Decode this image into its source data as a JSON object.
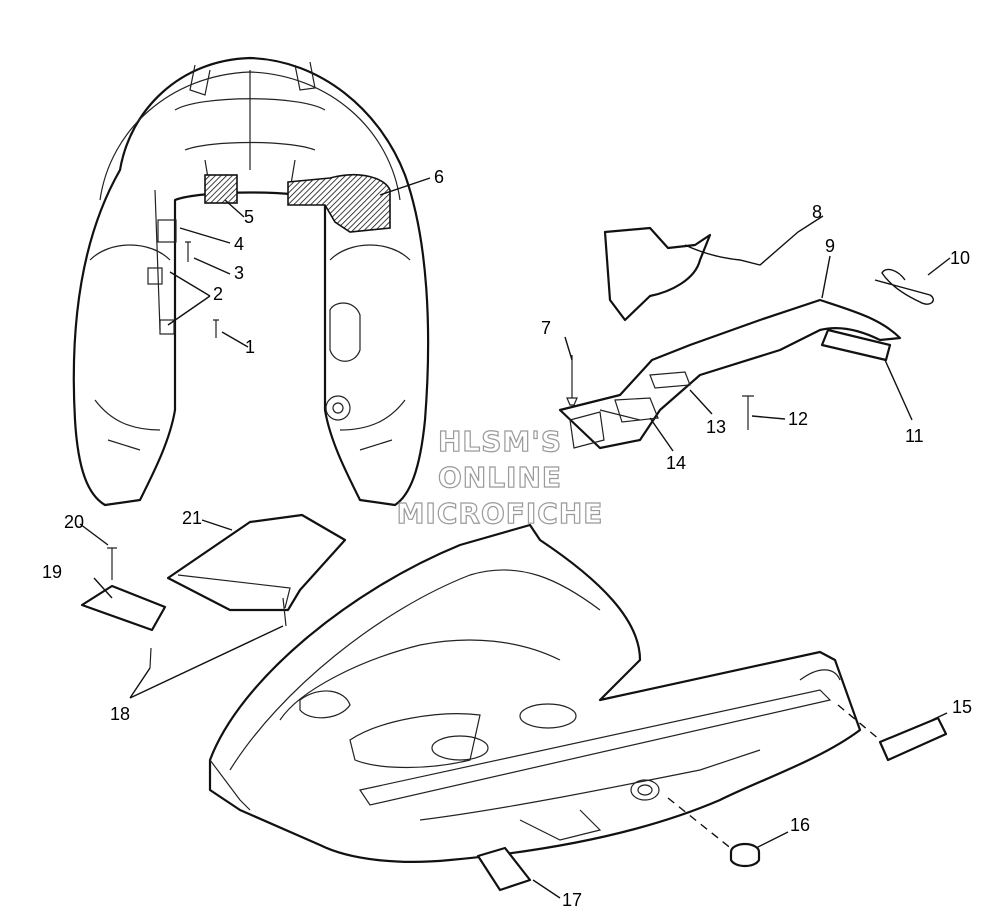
{
  "callouts": [
    {
      "id": "1",
      "text": "1"
    },
    {
      "id": "2",
      "text": "2"
    },
    {
      "id": "3",
      "text": "3"
    },
    {
      "id": "4",
      "text": "4"
    },
    {
      "id": "5",
      "text": "5"
    },
    {
      "id": "6",
      "text": "6"
    },
    {
      "id": "7",
      "text": "7"
    },
    {
      "id": "8",
      "text": "8"
    },
    {
      "id": "9",
      "text": "9"
    },
    {
      "id": "10",
      "text": "10"
    },
    {
      "id": "11",
      "text": "11"
    },
    {
      "id": "12",
      "text": "12"
    },
    {
      "id": "13",
      "text": "13"
    },
    {
      "id": "14",
      "text": "14"
    },
    {
      "id": "15",
      "text": "15"
    },
    {
      "id": "16",
      "text": "16"
    },
    {
      "id": "17",
      "text": "17"
    },
    {
      "id": "18",
      "text": "18"
    },
    {
      "id": "19",
      "text": "19"
    },
    {
      "id": "20",
      "text": "20"
    },
    {
      "id": "21",
      "text": "21"
    }
  ],
  "watermark": {
    "line1": "HLSM'S",
    "line2": "ONLINE",
    "line3": "MICROFICHE"
  },
  "colors": {
    "line": "#111111",
    "background": "#ffffff",
    "watermark_outline": "#9a9a9a"
  }
}
